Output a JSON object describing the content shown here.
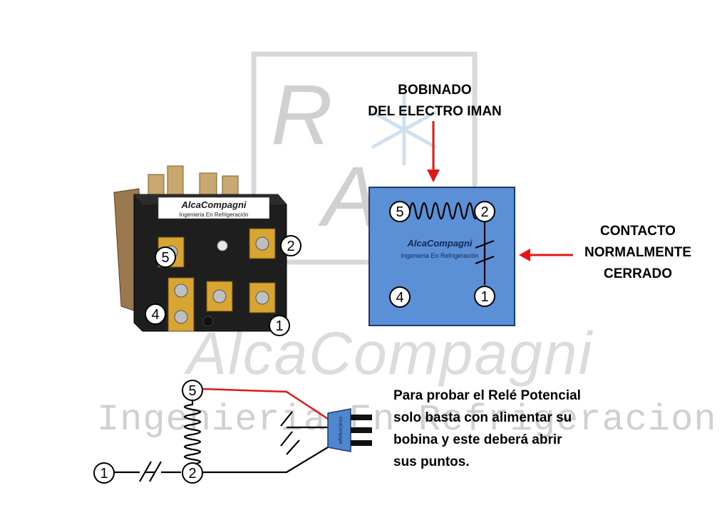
{
  "watermark": {
    "brand": "AlcaCompagni",
    "subtitle": "Ingenieria En Refrigeracion"
  },
  "relay_photo": {
    "label_brand": "AlcaCompagni",
    "label_sub": "Ingenieria En Refrigeración",
    "terminals": [
      "5",
      "2",
      "4",
      "1"
    ]
  },
  "labels": {
    "coil_line1": "BOBINADO",
    "coil_line2": "DEL ELECTRO IMAN",
    "contact_line1": "CONTACTO",
    "contact_line2": "NORMALMENTE",
    "contact_line3": "CERRADO"
  },
  "schematic_box": {
    "brand": "AlcaCompagni",
    "sub": "Ingenieria En Refrigeración",
    "terminals": [
      "5",
      "2",
      "4",
      "1"
    ],
    "fill": "#5b8fd6"
  },
  "wiring": {
    "terminals": [
      "5",
      "1",
      "2"
    ],
    "plug_brand": "AlcaCompagni",
    "wire_red": "#e01818",
    "plug_fill": "#4f86cf"
  },
  "instructions": [
    "Para probar el Relé Potencial",
    "solo basta con alimentar su",
    "bobina y este deberá abrir",
    "sus puntos."
  ],
  "colors": {
    "arrow": "#e01818",
    "watermark": "#dcdcdc"
  }
}
